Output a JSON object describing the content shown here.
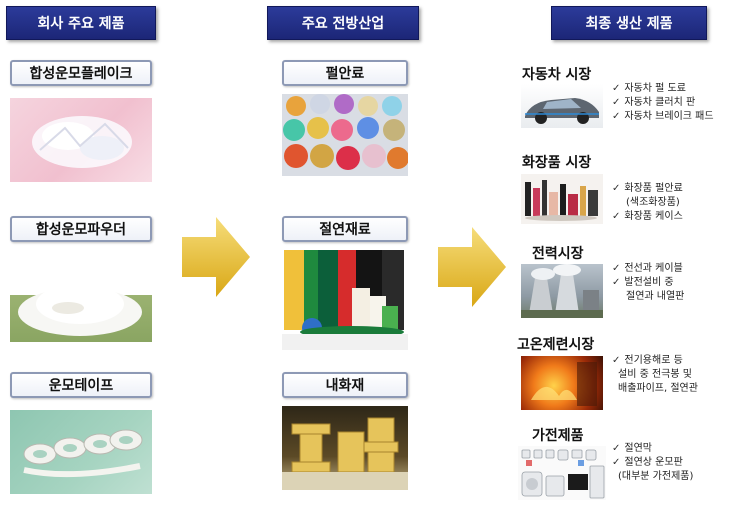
{
  "headers": {
    "col1": "회사 주요 제품",
    "col2": "주요 전방산업",
    "col3": "최종 생산 제품"
  },
  "products": [
    {
      "label": "합성운모플레이크"
    },
    {
      "label": "합성운모파우더"
    },
    {
      "label": "운모테이프"
    }
  ],
  "industries": [
    {
      "label": "펄안료"
    },
    {
      "label": "절연재료"
    },
    {
      "label": "내화재"
    }
  ],
  "markets": [
    {
      "title": "자동차 시장",
      "items": [
        "자동차 펄 도료",
        "자동차 클러치 판",
        "자동차 브레이크 패드"
      ]
    },
    {
      "title": "화장품 시장",
      "items": [
        "화장품 펄안료",
        "(색조화장품)",
        "화장품 케이스"
      ]
    },
    {
      "title": "전력시장",
      "items": [
        "전선과 케이블",
        "발전설비 중",
        "절연과 내열판"
      ]
    },
    {
      "title": "고온제련시장",
      "items": [
        "전기용해로 등",
        "설비 중 전극봉 및",
        "배출파이프, 절연관"
      ]
    },
    {
      "title": "가전제품",
      "items": [
        "절연막",
        "절연상 운모판",
        "(대부분 가전제품)"
      ]
    }
  ],
  "checkmark": "✓",
  "colors": {
    "header": "#23308a",
    "arrow": "#e2b82c",
    "label_border": "#8d99b5"
  }
}
